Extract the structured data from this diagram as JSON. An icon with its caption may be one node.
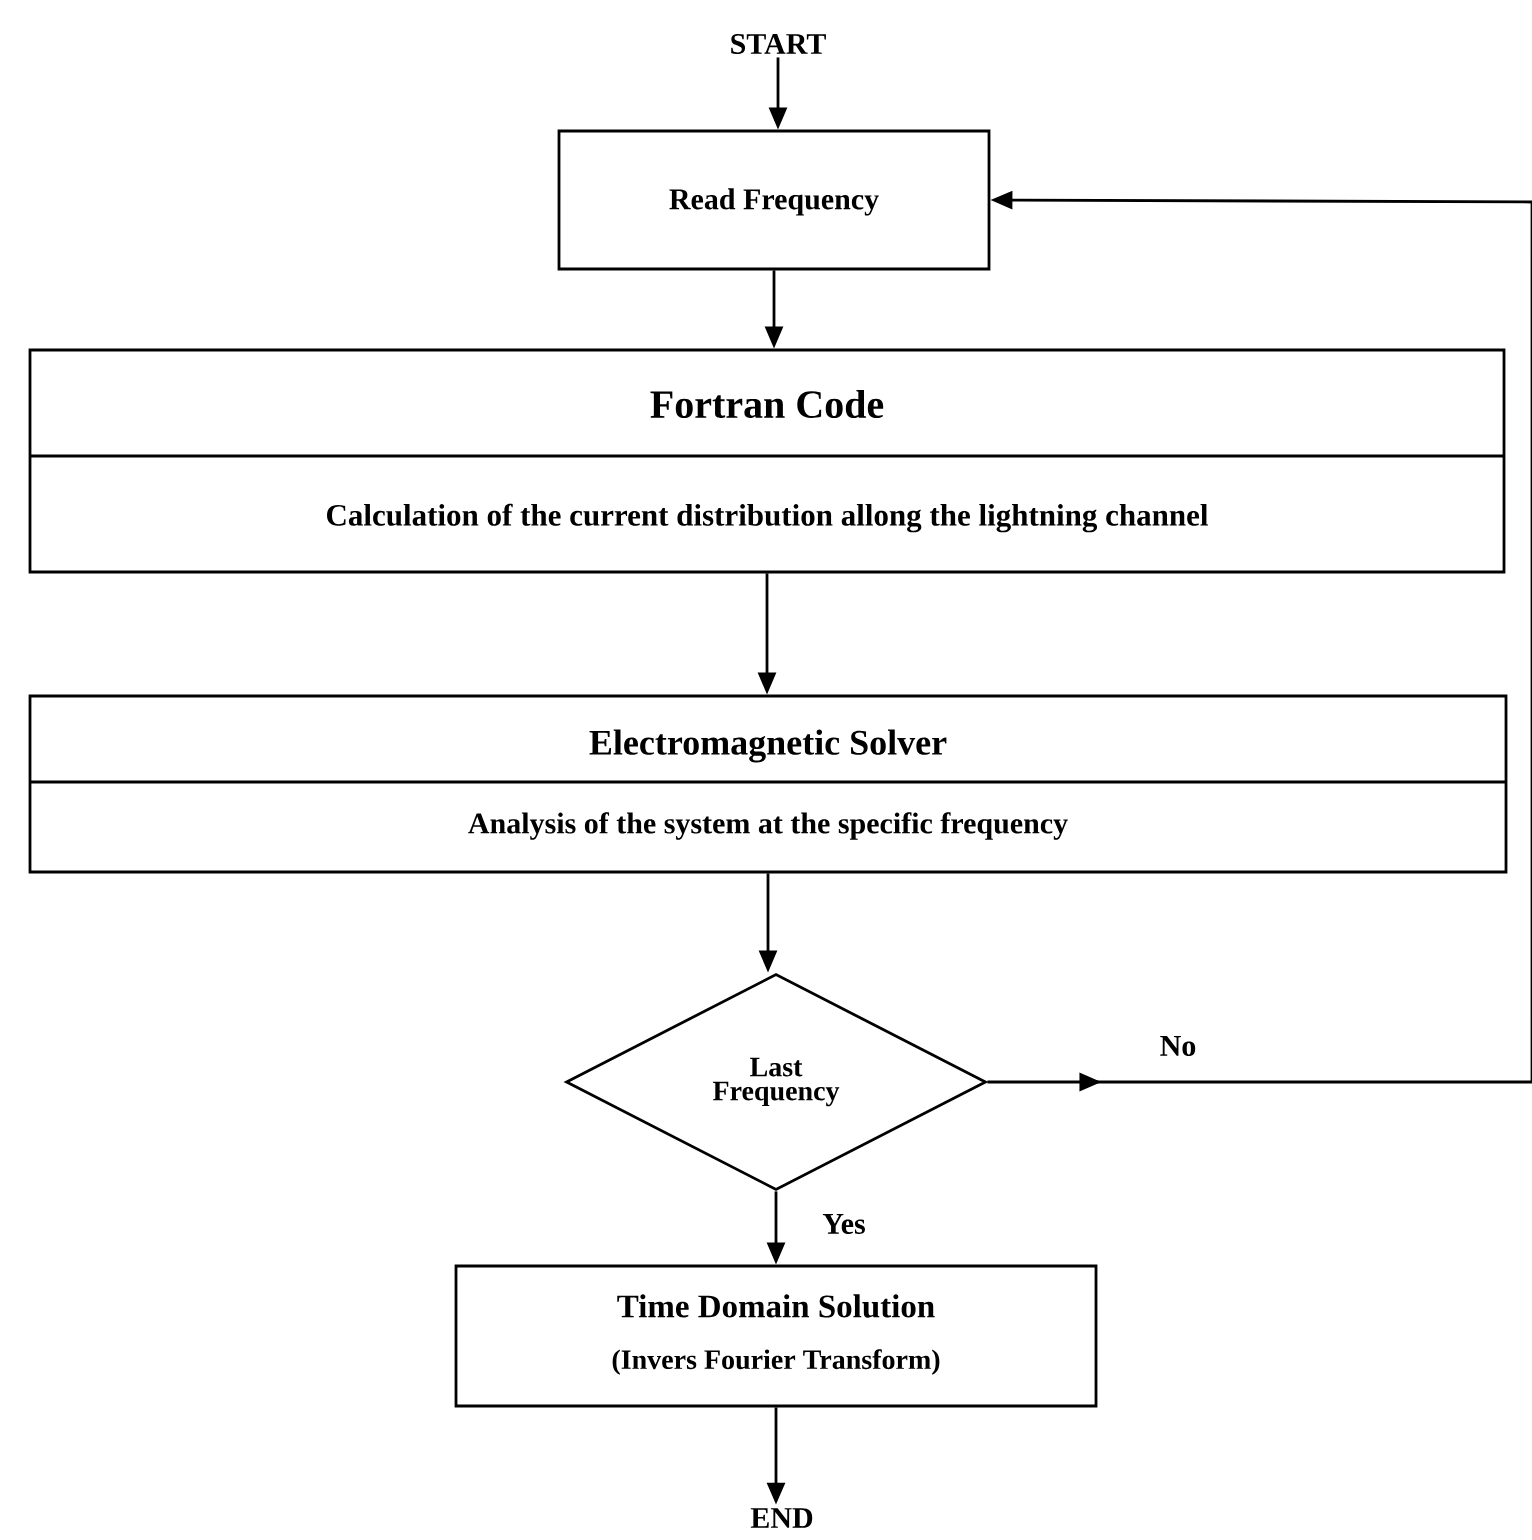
{
  "diagram": {
    "nodes": [
      {
        "text": [
          "START"
        ]
      },
      {
        "text": [
          "Read Frequency"
        ]
      },
      {
        "text": [
          "Fortran Code",
          "Calculation of the current distribution allong the lightning channel"
        ]
      },
      {
        "text": [
          "Electromagnetic Solver",
          "Analysis of the system at the specific frequency"
        ]
      },
      {
        "text": [
          "Last Frequency"
        ]
      },
      {
        "text": [
          "Time Domain Solution",
          "(Invers Fourier Transform)"
        ]
      },
      {
        "text": [
          "END"
        ]
      }
    ],
    "edges": [
      {
        "from": 0,
        "to": 1,
        "arrow": "to"
      },
      {
        "from": 1,
        "to": 2,
        "arrow": "to"
      },
      {
        "from": 2,
        "to": 3,
        "arrow": "to"
      },
      {
        "from": 3,
        "to": 4,
        "arrow": "to"
      },
      {
        "from": 4,
        "to": 5,
        "arrow": "to",
        "label": "Yes"
      },
      {
        "from": 5,
        "to": 6,
        "arrow": "to"
      },
      {
        "from": 4,
        "to": 1,
        "arrow": "to",
        "label": "No"
      }
    ]
  }
}
